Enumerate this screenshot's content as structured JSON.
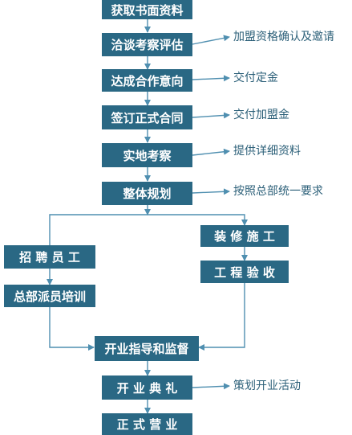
{
  "colors": {
    "box": "#2a6884",
    "line": "#4f8fb0",
    "note": "#2b5f78"
  },
  "steps": {
    "s1": "获取书面资料",
    "s2": "洽谈考察评估",
    "s3": "达成合作意向",
    "s4": "签订正式合同",
    "s5": "实地考察",
    "s6": "整体规划",
    "left1": "招 聘 员 工",
    "left2": "总部派员培训",
    "right1": "装 修 施 工",
    "right2": "工 程 验 收",
    "s7": "开业指导和监督",
    "s8": "开 业 典 礼",
    "s9": "正 式 营 业"
  },
  "notes": {
    "n2": "加盟资格确认及邀请",
    "n3": "交付定金",
    "n4": "交付加盟金",
    "n5": "提供详细资料",
    "n6": "按照总部统一要求",
    "n8": "策划开业活动"
  }
}
